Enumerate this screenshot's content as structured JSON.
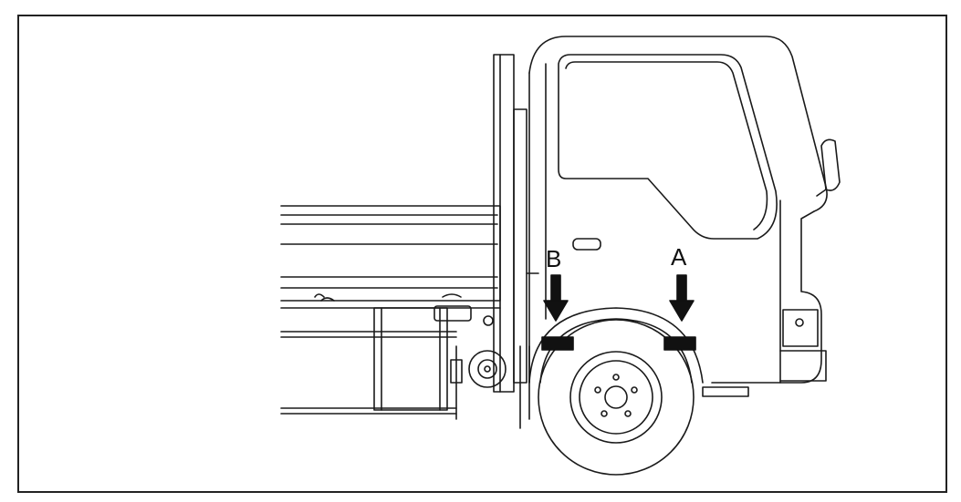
{
  "diagram": {
    "labels": [
      {
        "id": "A",
        "text": "A"
      },
      {
        "id": "B",
        "text": "B"
      }
    ],
    "colors": {
      "line": "#1a1a1a",
      "marker": "#111111",
      "background": "#ffffff"
    }
  }
}
